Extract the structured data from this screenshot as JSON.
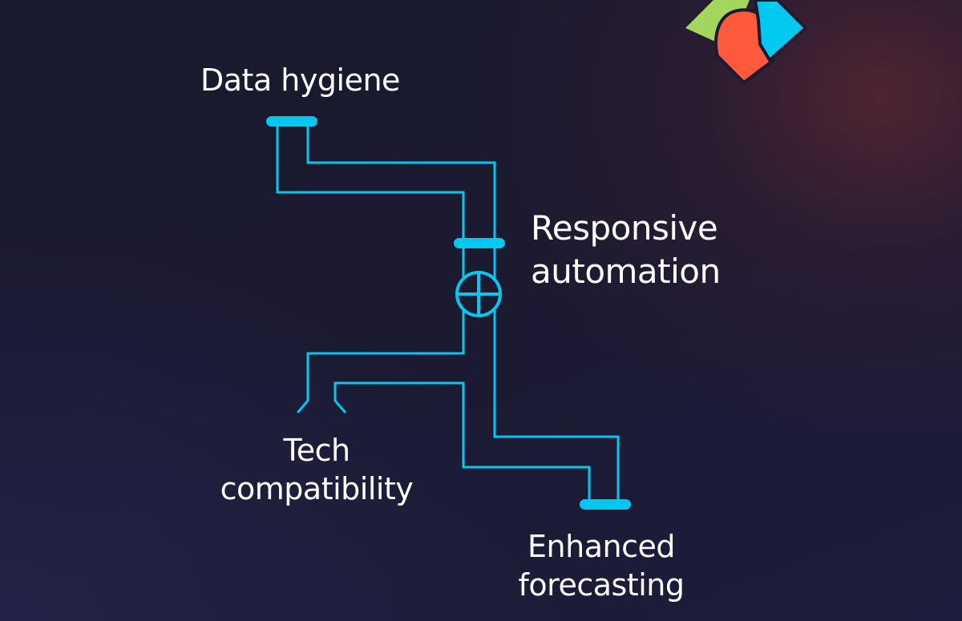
{
  "diagram": {
    "nodes": {
      "data_hygiene": "Data hygiene",
      "responsive_automation": [
        "Responsive",
        "automation"
      ],
      "tech_compatibility": [
        "Tech",
        "compatibility"
      ],
      "enhanced_forecasting": [
        "Enhanced",
        "forecasting"
      ]
    },
    "colors": {
      "pipe": "#00c8f0",
      "text": "#ffffff",
      "logo_green": "#a3d65c",
      "logo_red": "#ff5a3c",
      "logo_blue": "#00c8f0"
    }
  }
}
